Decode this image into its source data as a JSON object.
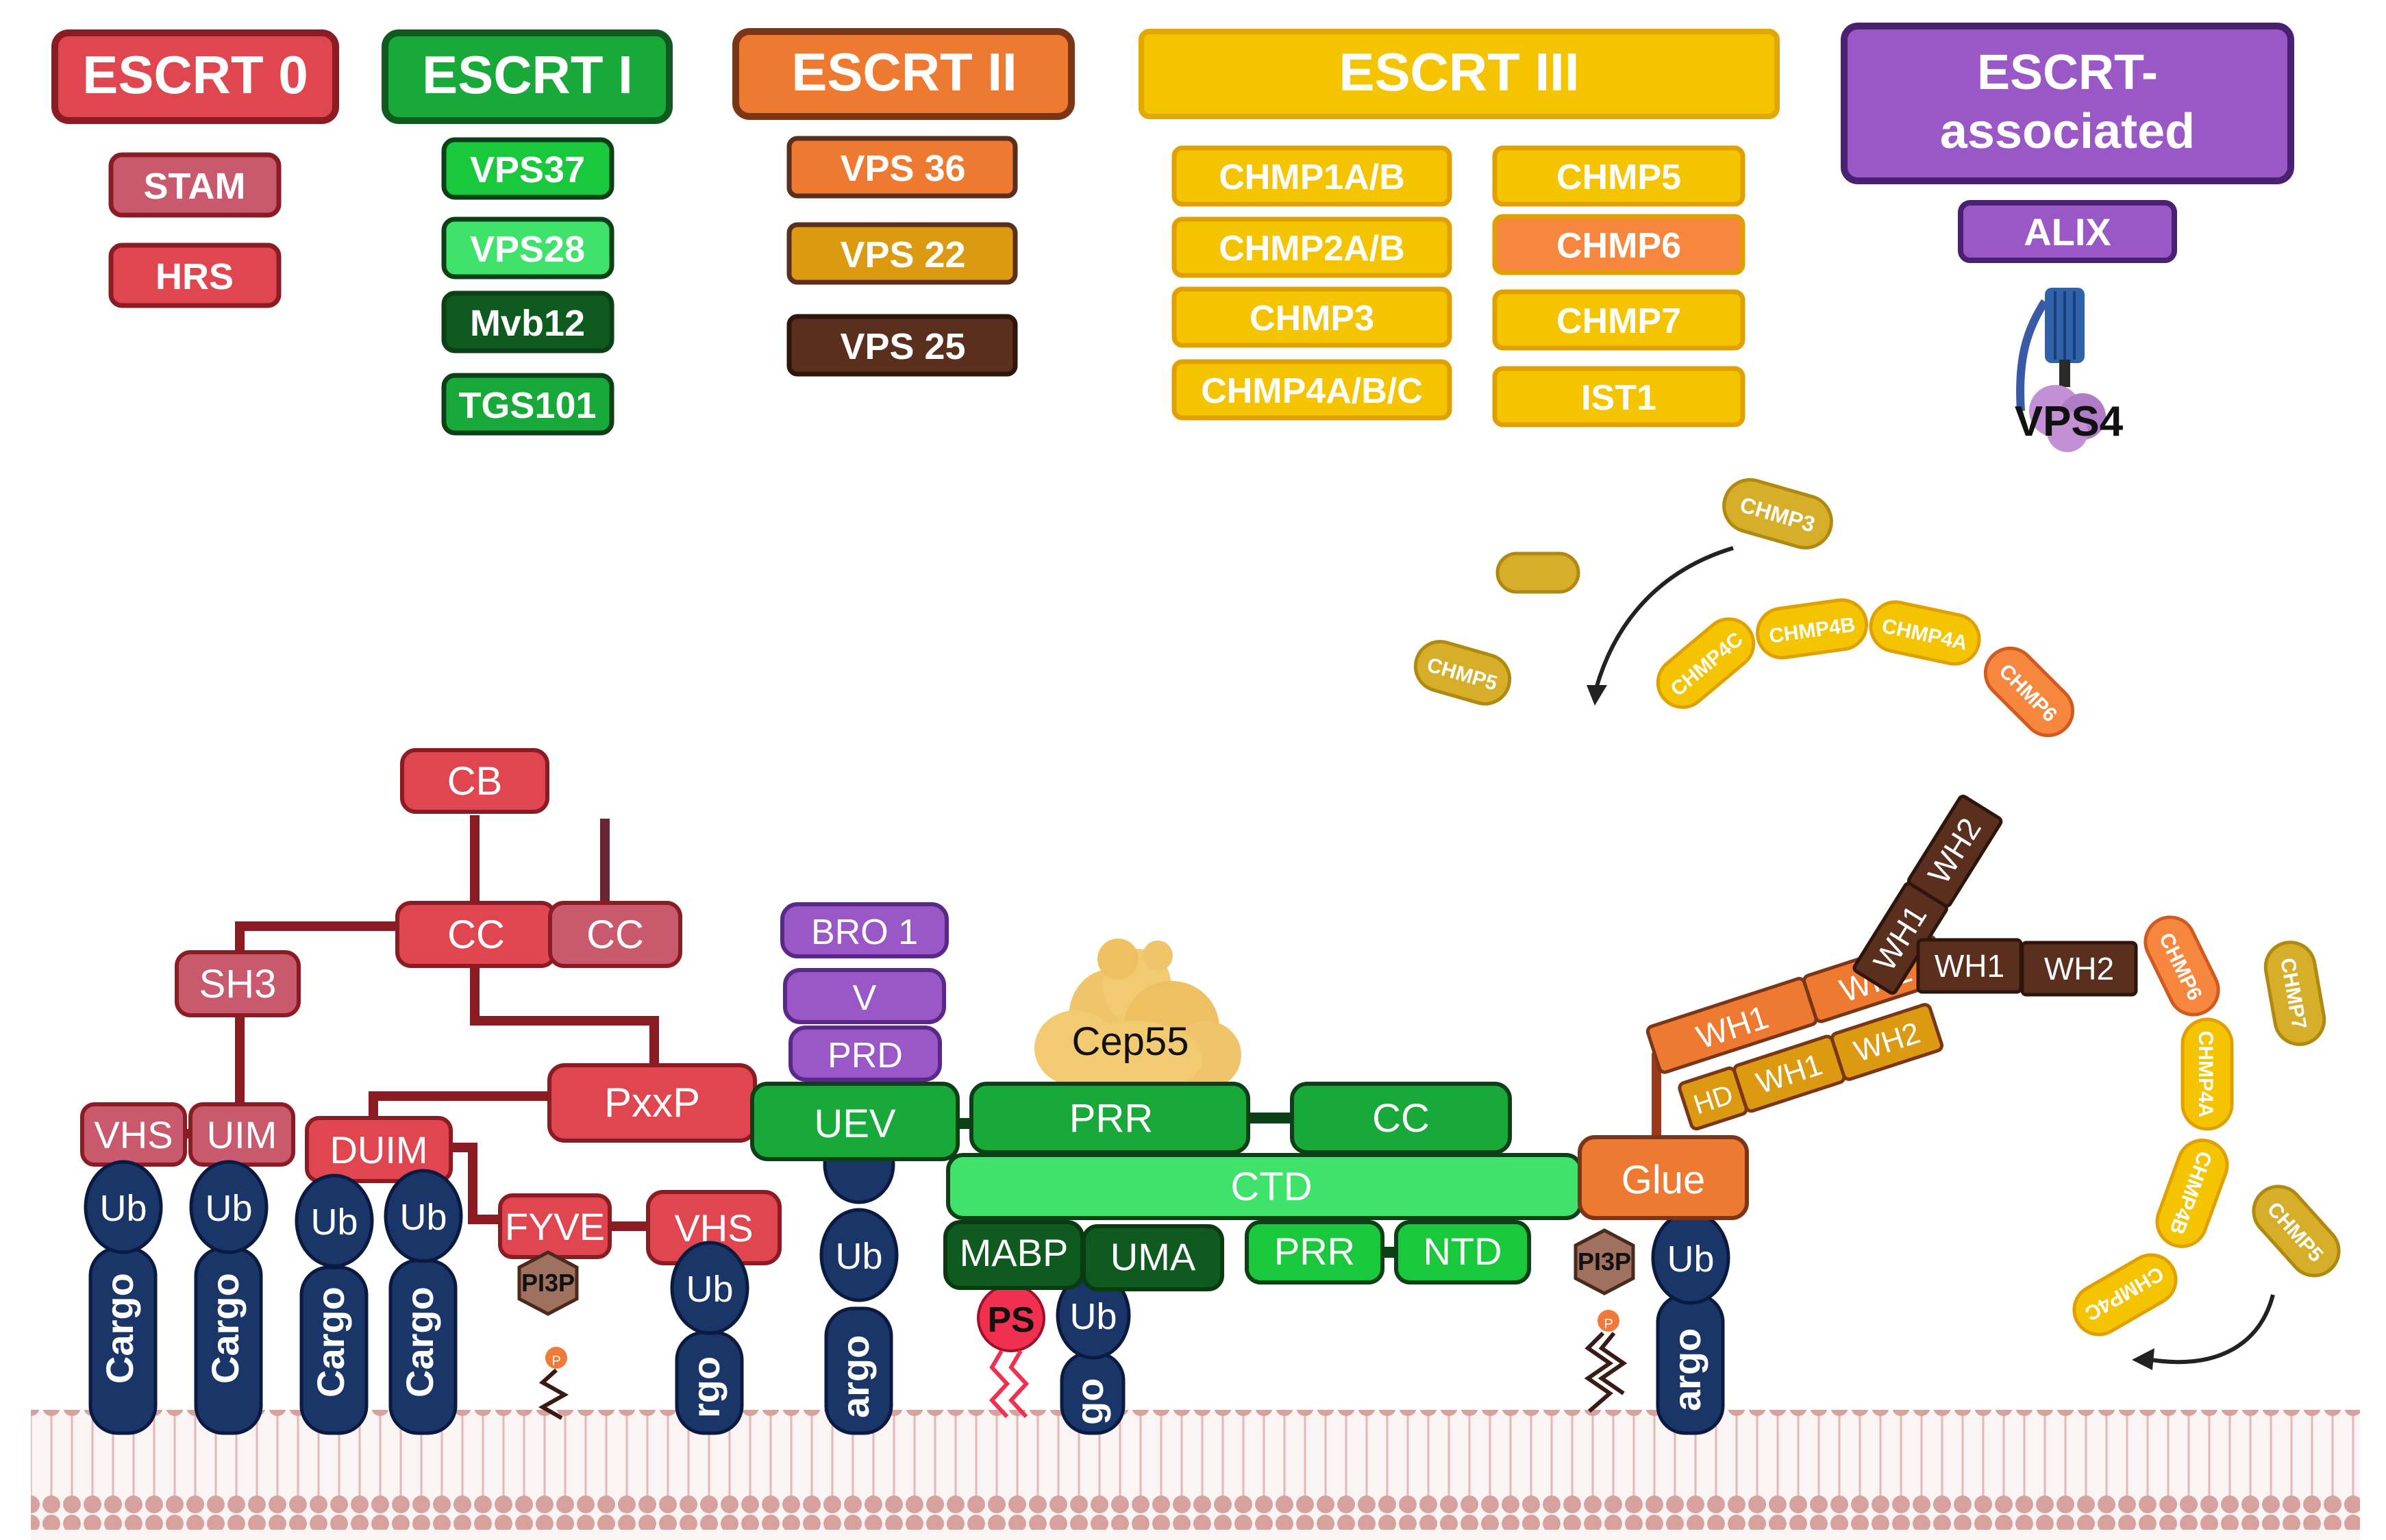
{
  "colors": {
    "escrt0": "#e04650",
    "escrt0_dark": "#8b1c24",
    "escrt0_light": "#c95a6e",
    "escrt1": "#19a83a",
    "escrt1_light": "#3fe26a",
    "escrt1_dark": "#0f5a1e",
    "escrt2": "#ee7a32",
    "escrt2_gold": "#dc9a12",
    "escrt2_brown": "#5a2f1d",
    "escrt3": "#f5c400",
    "escrt3_orange": "#f7863e",
    "assoc": "#9a58c6",
    "assoc_dark": "#6b2f92",
    "navy": "#1a3568",
    "membrane": "#d8a6a2"
  },
  "legend": {
    "escrt0": {
      "title": "ESCRT 0",
      "items": [
        "STAM",
        "HRS"
      ]
    },
    "escrt1": {
      "title": "ESCRT I",
      "items": [
        "VPS37",
        "VPS28",
        "Mvb12",
        "TGS101"
      ]
    },
    "escrt2": {
      "title": "ESCRT II",
      "items": [
        "VPS 36",
        "VPS 22",
        "VPS 25"
      ]
    },
    "escrt3": {
      "title": "ESCRT III",
      "left": [
        "CHMP1A/B",
        "CHMP2A/B",
        "CHMP3",
        "CHMP4A/B/C"
      ],
      "right": [
        "CHMP5",
        "CHMP6",
        "CHMP7",
        "IST1"
      ]
    },
    "assoc": {
      "title_line1": "ESCRT-",
      "title_line2": "associated",
      "items": [
        "ALIX"
      ],
      "vps4": "VPS4"
    }
  },
  "diagram": {
    "cb": "CB",
    "cc1": "CC",
    "cc2": "CC",
    "sh3": "SH3",
    "vhs1": "VHS",
    "uim": "UIM",
    "duim": "DUIM",
    "pxxp": "PxxP",
    "fyve": "FYVE",
    "vhs2": "VHS",
    "ub": "Ub",
    "cargo": "Cargo",
    "cargo_partial": "argo",
    "cargo_partial2": "rgo",
    "cargo_partial3": "go",
    "pi3p": "PI3P",
    "p": "P",
    "ps": "PS",
    "bro1": "BRO 1",
    "v": "V",
    "prd": "PRD",
    "uev": "UEV",
    "prr1": "PRR",
    "cc3": "CC",
    "cep55": "Cep55",
    "ctd": "CTD",
    "mabp": "MABP",
    "uma": "UMA",
    "prr2": "PRR",
    "ntd": "NTD",
    "glue": "Glue",
    "hd": "HD",
    "wh1": "WH1",
    "wh2": "WH2",
    "chmp3": "CHMP3",
    "chmp5": "CHMP5",
    "chmp4c": "CHMP4C",
    "chmp4b": "CHMP4B",
    "chmp4a": "CHMP4A",
    "chmp6": "CHMP6",
    "chmp7": "CHMP7"
  }
}
